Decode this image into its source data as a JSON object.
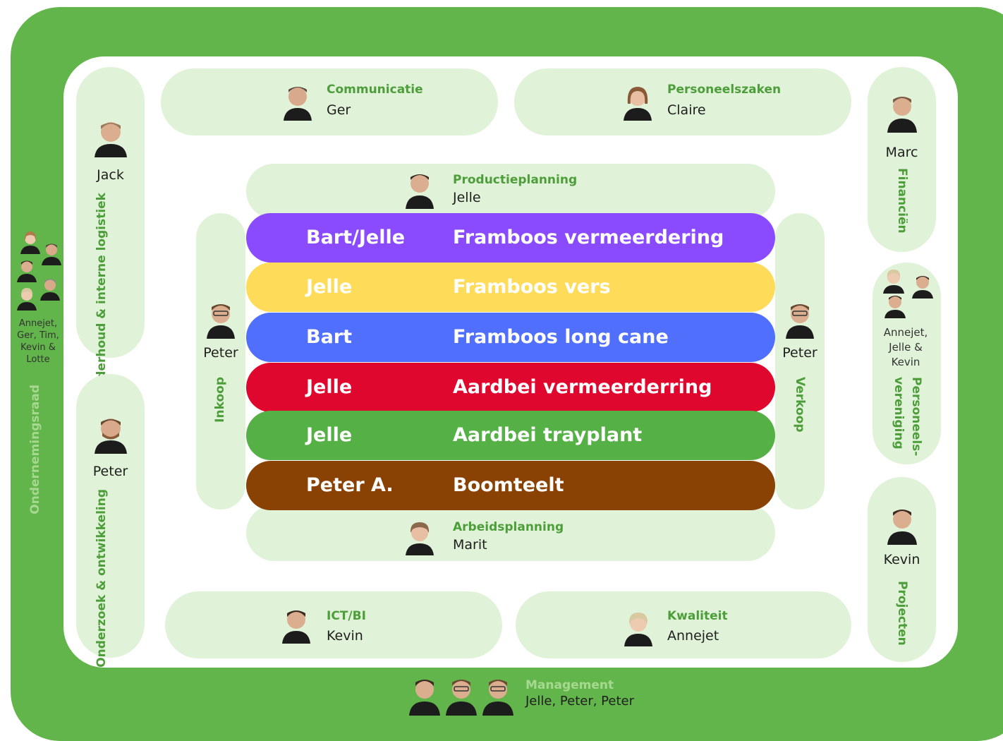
{
  "colors": {
    "frame_green": "#62b54a",
    "pill_green": "#e0f3d8",
    "title_green": "#4d9e3a",
    "band_purple": "#8a4bff",
    "band_yellow": "#fedc5a",
    "band_blue": "#4f6ffc",
    "band_red": "#e0072e",
    "band_green": "#55b146",
    "band_brown": "#8a4204"
  },
  "top_left": {
    "title": "Communicatie",
    "name": "Ger",
    "icon": "person-avatar-icon"
  },
  "top_right": {
    "title": "Personeelszaken",
    "name": "Claire",
    "icon": "person-avatar-icon"
  },
  "bottom_left": {
    "title": "ICT/BI",
    "name": "Kevin",
    "icon": "person-avatar-icon"
  },
  "bottom_right": {
    "title": "Kwaliteit",
    "name": "Annejet",
    "icon": "person-avatar-icon"
  },
  "productieplanning": {
    "title": "Productieplanning",
    "name": "Jelle"
  },
  "arbeidsplanning": {
    "title": "Arbeidsplanning",
    "name": "Marit"
  },
  "left_top": {
    "name": "Jack",
    "label": "Onderhoud & interne logistiek"
  },
  "left_bottom": {
    "name": "Peter",
    "label": "Onderzoek & ontwikkeling"
  },
  "inkoop": {
    "name": "Peter",
    "label": "Inkoop"
  },
  "verkoop": {
    "name": "Peter",
    "label": "Verkoop"
  },
  "right_top": {
    "name": "Marc",
    "label": "Financiën"
  },
  "right_middle": {
    "names": "Annejet,\nJelle &\nKevin",
    "label": "Personeels-\nvereniging"
  },
  "right_bottom": {
    "name": "Kevin",
    "label": "Projecten"
  },
  "ondernemingsraad": {
    "names": "Annejet,\nGer, Tim,\nKevin &\nLotte",
    "label": "Ondernemingsraad"
  },
  "management": {
    "title": "Management",
    "names": "Jelle, Peter, Peter"
  },
  "bands": [
    {
      "owner": "Bart/Jelle",
      "label": "Framboos vermeerdering"
    },
    {
      "owner": "Jelle",
      "label": "Framboos vers"
    },
    {
      "owner": "Bart",
      "label": "Framboos long cane"
    },
    {
      "owner": "Jelle",
      "label": "Aardbei vermeerderring"
    },
    {
      "owner": "Jelle",
      "label": "Aardbei trayplant"
    },
    {
      "owner": "Peter A.",
      "label": "Boomteelt"
    }
  ]
}
